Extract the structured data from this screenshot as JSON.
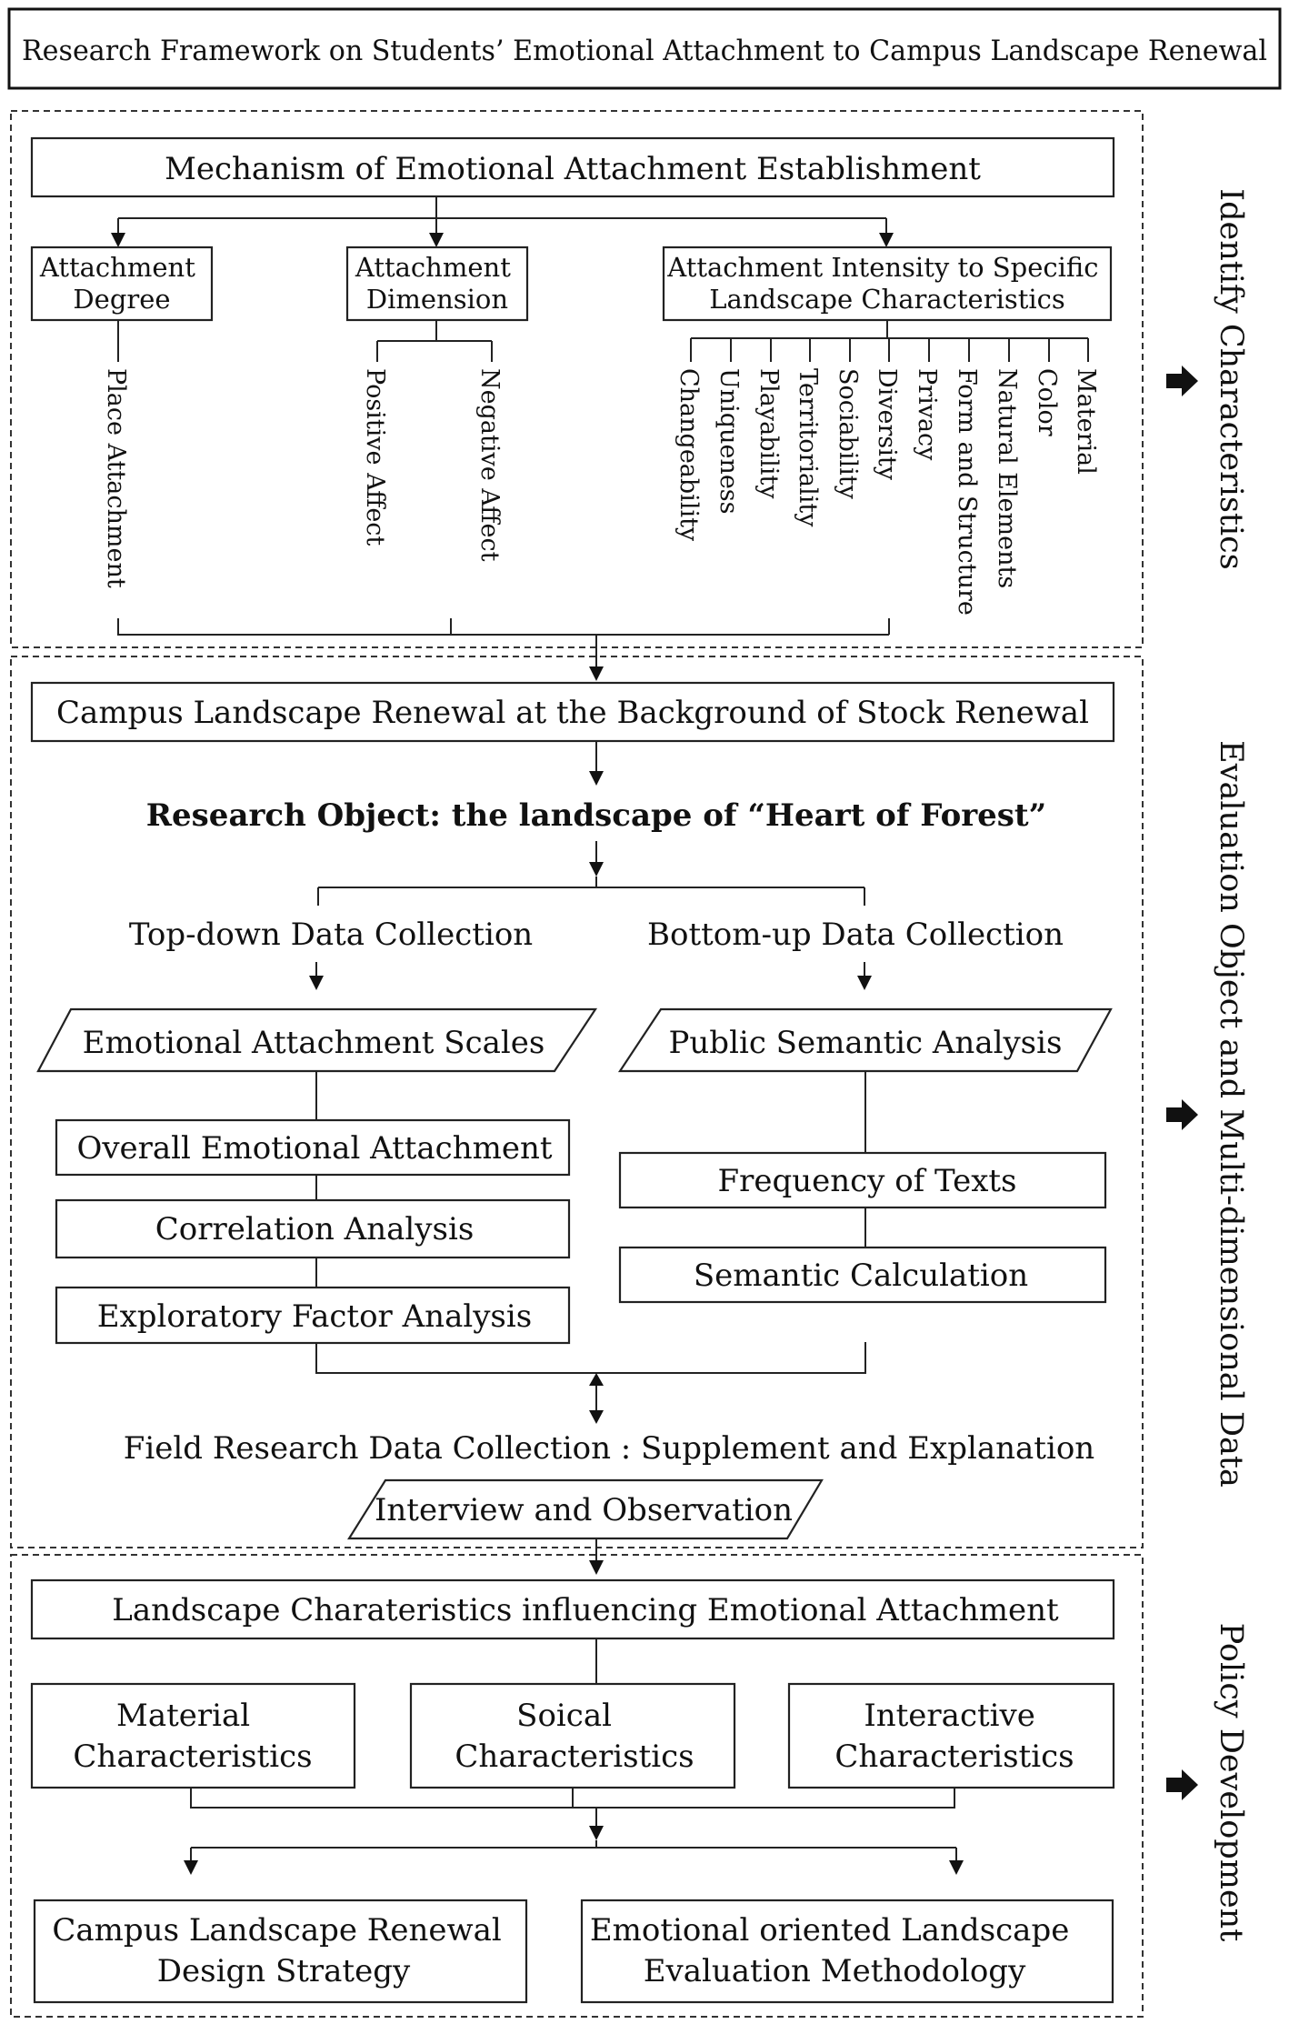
{
  "title": "Research Framework on Students’ Emotional Attachment to Campus Landscape Renewal",
  "stage1": {
    "side_label": "Identify Characteristics",
    "mechanism": "Mechanism of Emotional Attachment Establishment",
    "degree": {
      "line1": "Attachment",
      "line2": "Degree",
      "child": "Place Attachment"
    },
    "dimension": {
      "line1": "Attachment",
      "line2": "Dimension",
      "children": [
        "Positive Affect",
        "Negative Affect"
      ]
    },
    "intensity": {
      "line1": "Attachment Intensity to Specific",
      "line2": "Landscape Characteristics",
      "children": [
        "Changeability",
        "Uniqueness",
        "Playability",
        "Territoriality",
        "Sociability",
        "Diversity",
        "Privacy",
        "Form and Structure",
        "Natural Elements",
        "Color",
        "Material"
      ]
    }
  },
  "stage2": {
    "side_label": "Evaluation Object and Multi-dimensional Data",
    "background": "Campus Landscape Renewal at the Background of Stock Renewal",
    "research_object": "Research Object: the landscape of “Heart of Forest”",
    "topdown": {
      "label": "Top-down Data Collection",
      "method": "Emotional Attachment Scales",
      "steps": [
        "Overall Emotional Attachment",
        "Correlation Analysis",
        "Exploratory Factor Analysis"
      ]
    },
    "bottomup": {
      "label": "Bottom-up Data Collection",
      "method": "Public Semantic Analysis",
      "steps": [
        "Frequency of Texts",
        "Semantic Calculation"
      ]
    },
    "field": "Field Research Data Collection :  Supplement and Explanation",
    "interview": "Interview and Observation"
  },
  "stage3": {
    "side_label": "Policy Development",
    "influencing": "Landscape Charateristics influencing Emotional Attachment",
    "characteristics": [
      {
        "line1": "Material",
        "line2": "Characteristics"
      },
      {
        "line1": "Soical",
        "line2": "Characteristics"
      },
      {
        "line1": "Interactive",
        "line2": "Characteristics"
      }
    ],
    "outputs": [
      {
        "line1": "Campus Landscape Renewal",
        "line2": "Design Strategy"
      },
      {
        "line1": "Emotional oriented Landscape",
        "line2": "Evaluation Methodology"
      }
    ]
  }
}
